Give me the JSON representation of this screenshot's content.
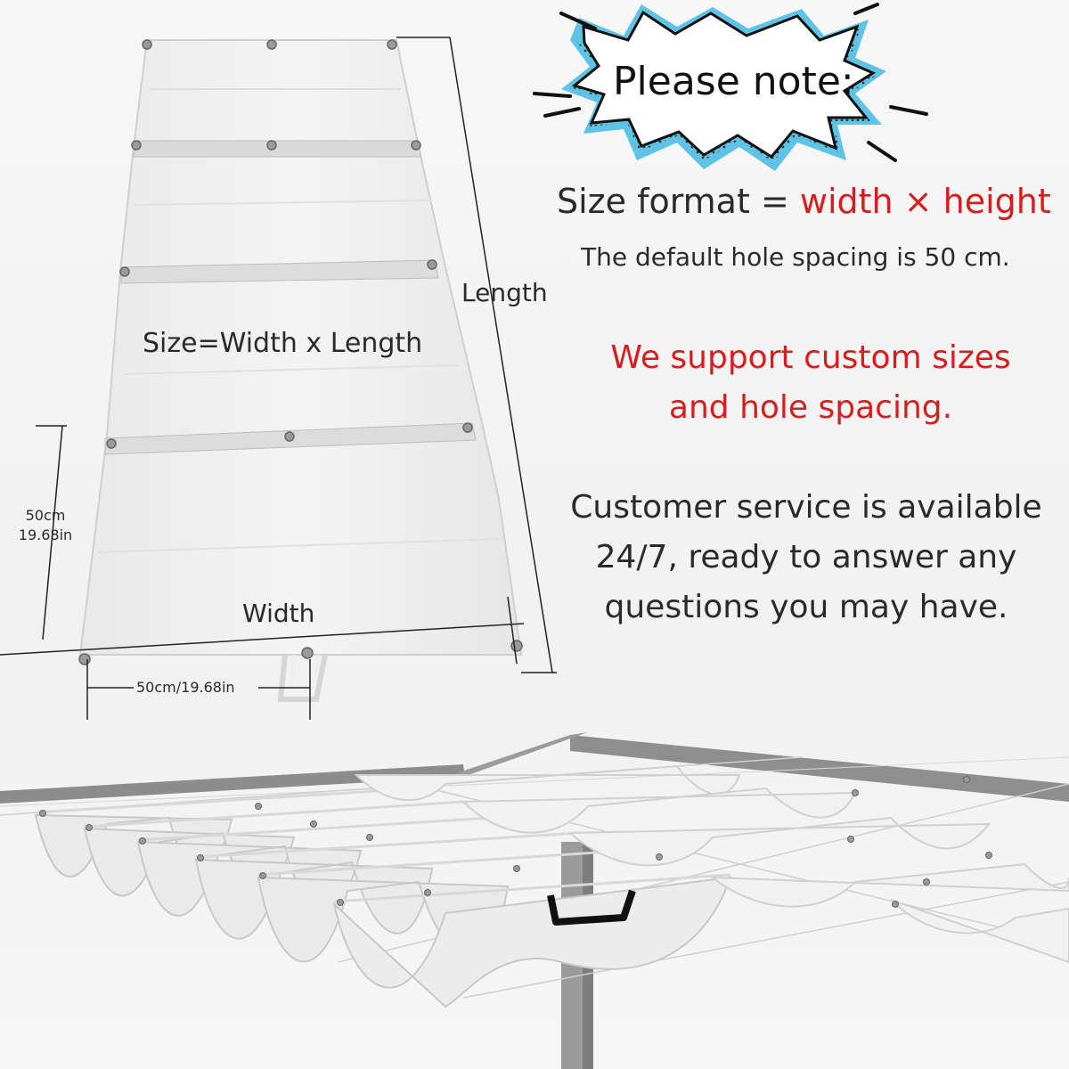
{
  "callout": {
    "text": "Please note:"
  },
  "size_format": {
    "prefix": "Size format = ",
    "value": "width × height"
  },
  "hole_spacing_note": "The default hole spacing is 50 cm.",
  "custom_note": {
    "line1": "We support custom sizes",
    "line2": "and hole spacing."
  },
  "service_note": {
    "line1": "Customer service is available",
    "line2": "24/7, ready to answer any",
    "line3": "questions you may have."
  },
  "diagram": {
    "size_label": "Size=Width x Length",
    "length_label": "Length",
    "width_label": "Width",
    "side_dim": {
      "line1": "50cm",
      "line2": "19.68in"
    },
    "bottom_dim": "50cm/19.68in"
  },
  "colors": {
    "accent_red": "#d71e1e",
    "text": "#2a2a2a",
    "frame": "#8e8e8e",
    "fabric": "#eeeeee"
  }
}
